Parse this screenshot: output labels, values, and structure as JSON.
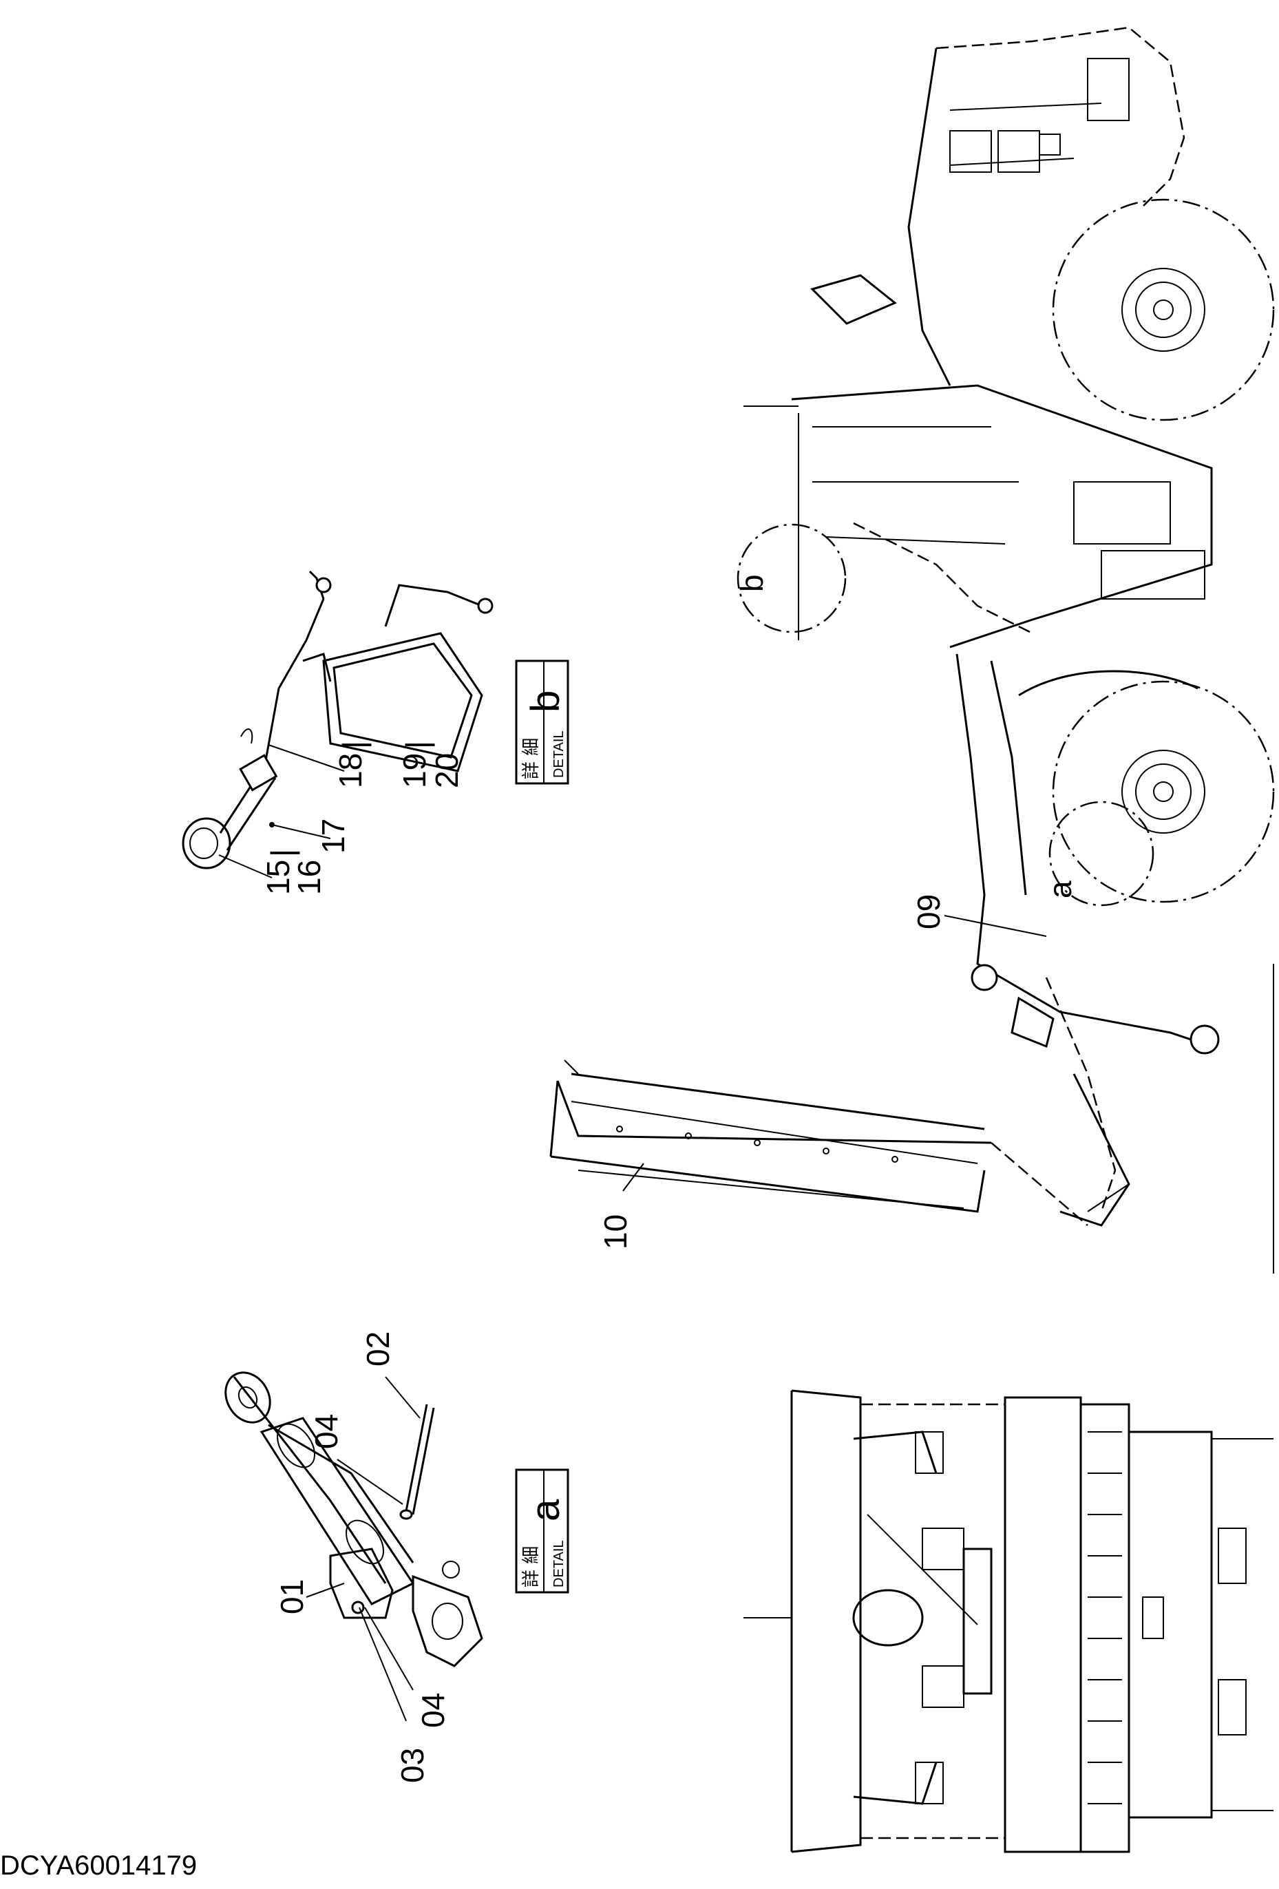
{
  "document_code": "DCYA60014179",
  "detail_labels": {
    "a": {
      "letter": "a",
      "jp": "詳 細",
      "en": "DETAIL"
    },
    "b": {
      "letter": "b",
      "jp": "詳 細",
      "en": "DETAIL"
    }
  },
  "view_markers": {
    "a": "a",
    "b": "b"
  },
  "callouts": {
    "c01": "01",
    "c02": "02",
    "c03": "03",
    "c04_upper": "04",
    "c04_lower": "04",
    "c09": "09",
    "c10": "10",
    "c15": "15",
    "c15_sep": "|",
    "c16": "16",
    "c17": "17",
    "c18": "18",
    "c18_sep": "|",
    "c19": "19",
    "c19_sep": "|",
    "c20": "20"
  }
}
